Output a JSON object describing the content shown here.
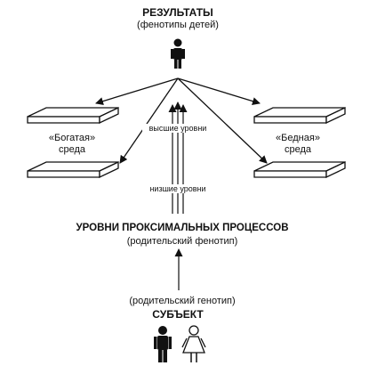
{
  "results": {
    "title": "РЕЗУЛЬТАТЫ",
    "subtitle": "(фенотипы детей)"
  },
  "environments": {
    "rich_label_line1": "«Богатая»",
    "rich_label_line2": "среда",
    "poor_label_line1": "«Бедная»",
    "poor_label_line2": "среда"
  },
  "levels": {
    "upper": "высшие уровни",
    "lower": "низшие уровни"
  },
  "proximal": {
    "title": "УРОВНИ ПРОКСИМАЛЬНЫХ ПРОЦЕССОВ",
    "subtitle": "(родительский фенотип)"
  },
  "subject": {
    "genotype": "(родительский генотип)",
    "title": "СУБЪЕКТ"
  },
  "icons": [
    "child-figure-icon",
    "male-figure-icon",
    "female-figure-icon"
  ]
}
